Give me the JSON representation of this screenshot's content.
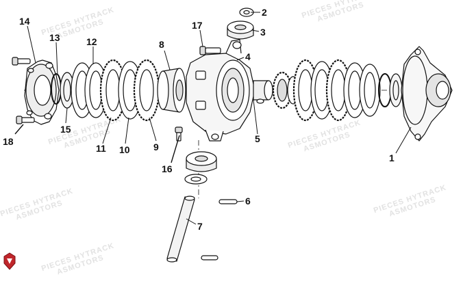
{
  "diagram": {
    "callouts": [
      "1",
      "2",
      "3",
      "4",
      "5",
      "6",
      "7",
      "8",
      "9",
      "10",
      "11",
      "12",
      "13",
      "14",
      "15",
      "16",
      "17",
      "18"
    ],
    "watermark_line1": "PIECES HYTRACK",
    "watermark_line2": "ASMOTORS",
    "colors": {
      "line": "#111111",
      "leader": "#1aa88e",
      "logo": "#c0262b",
      "watermark": "#e2e2e2"
    }
  }
}
